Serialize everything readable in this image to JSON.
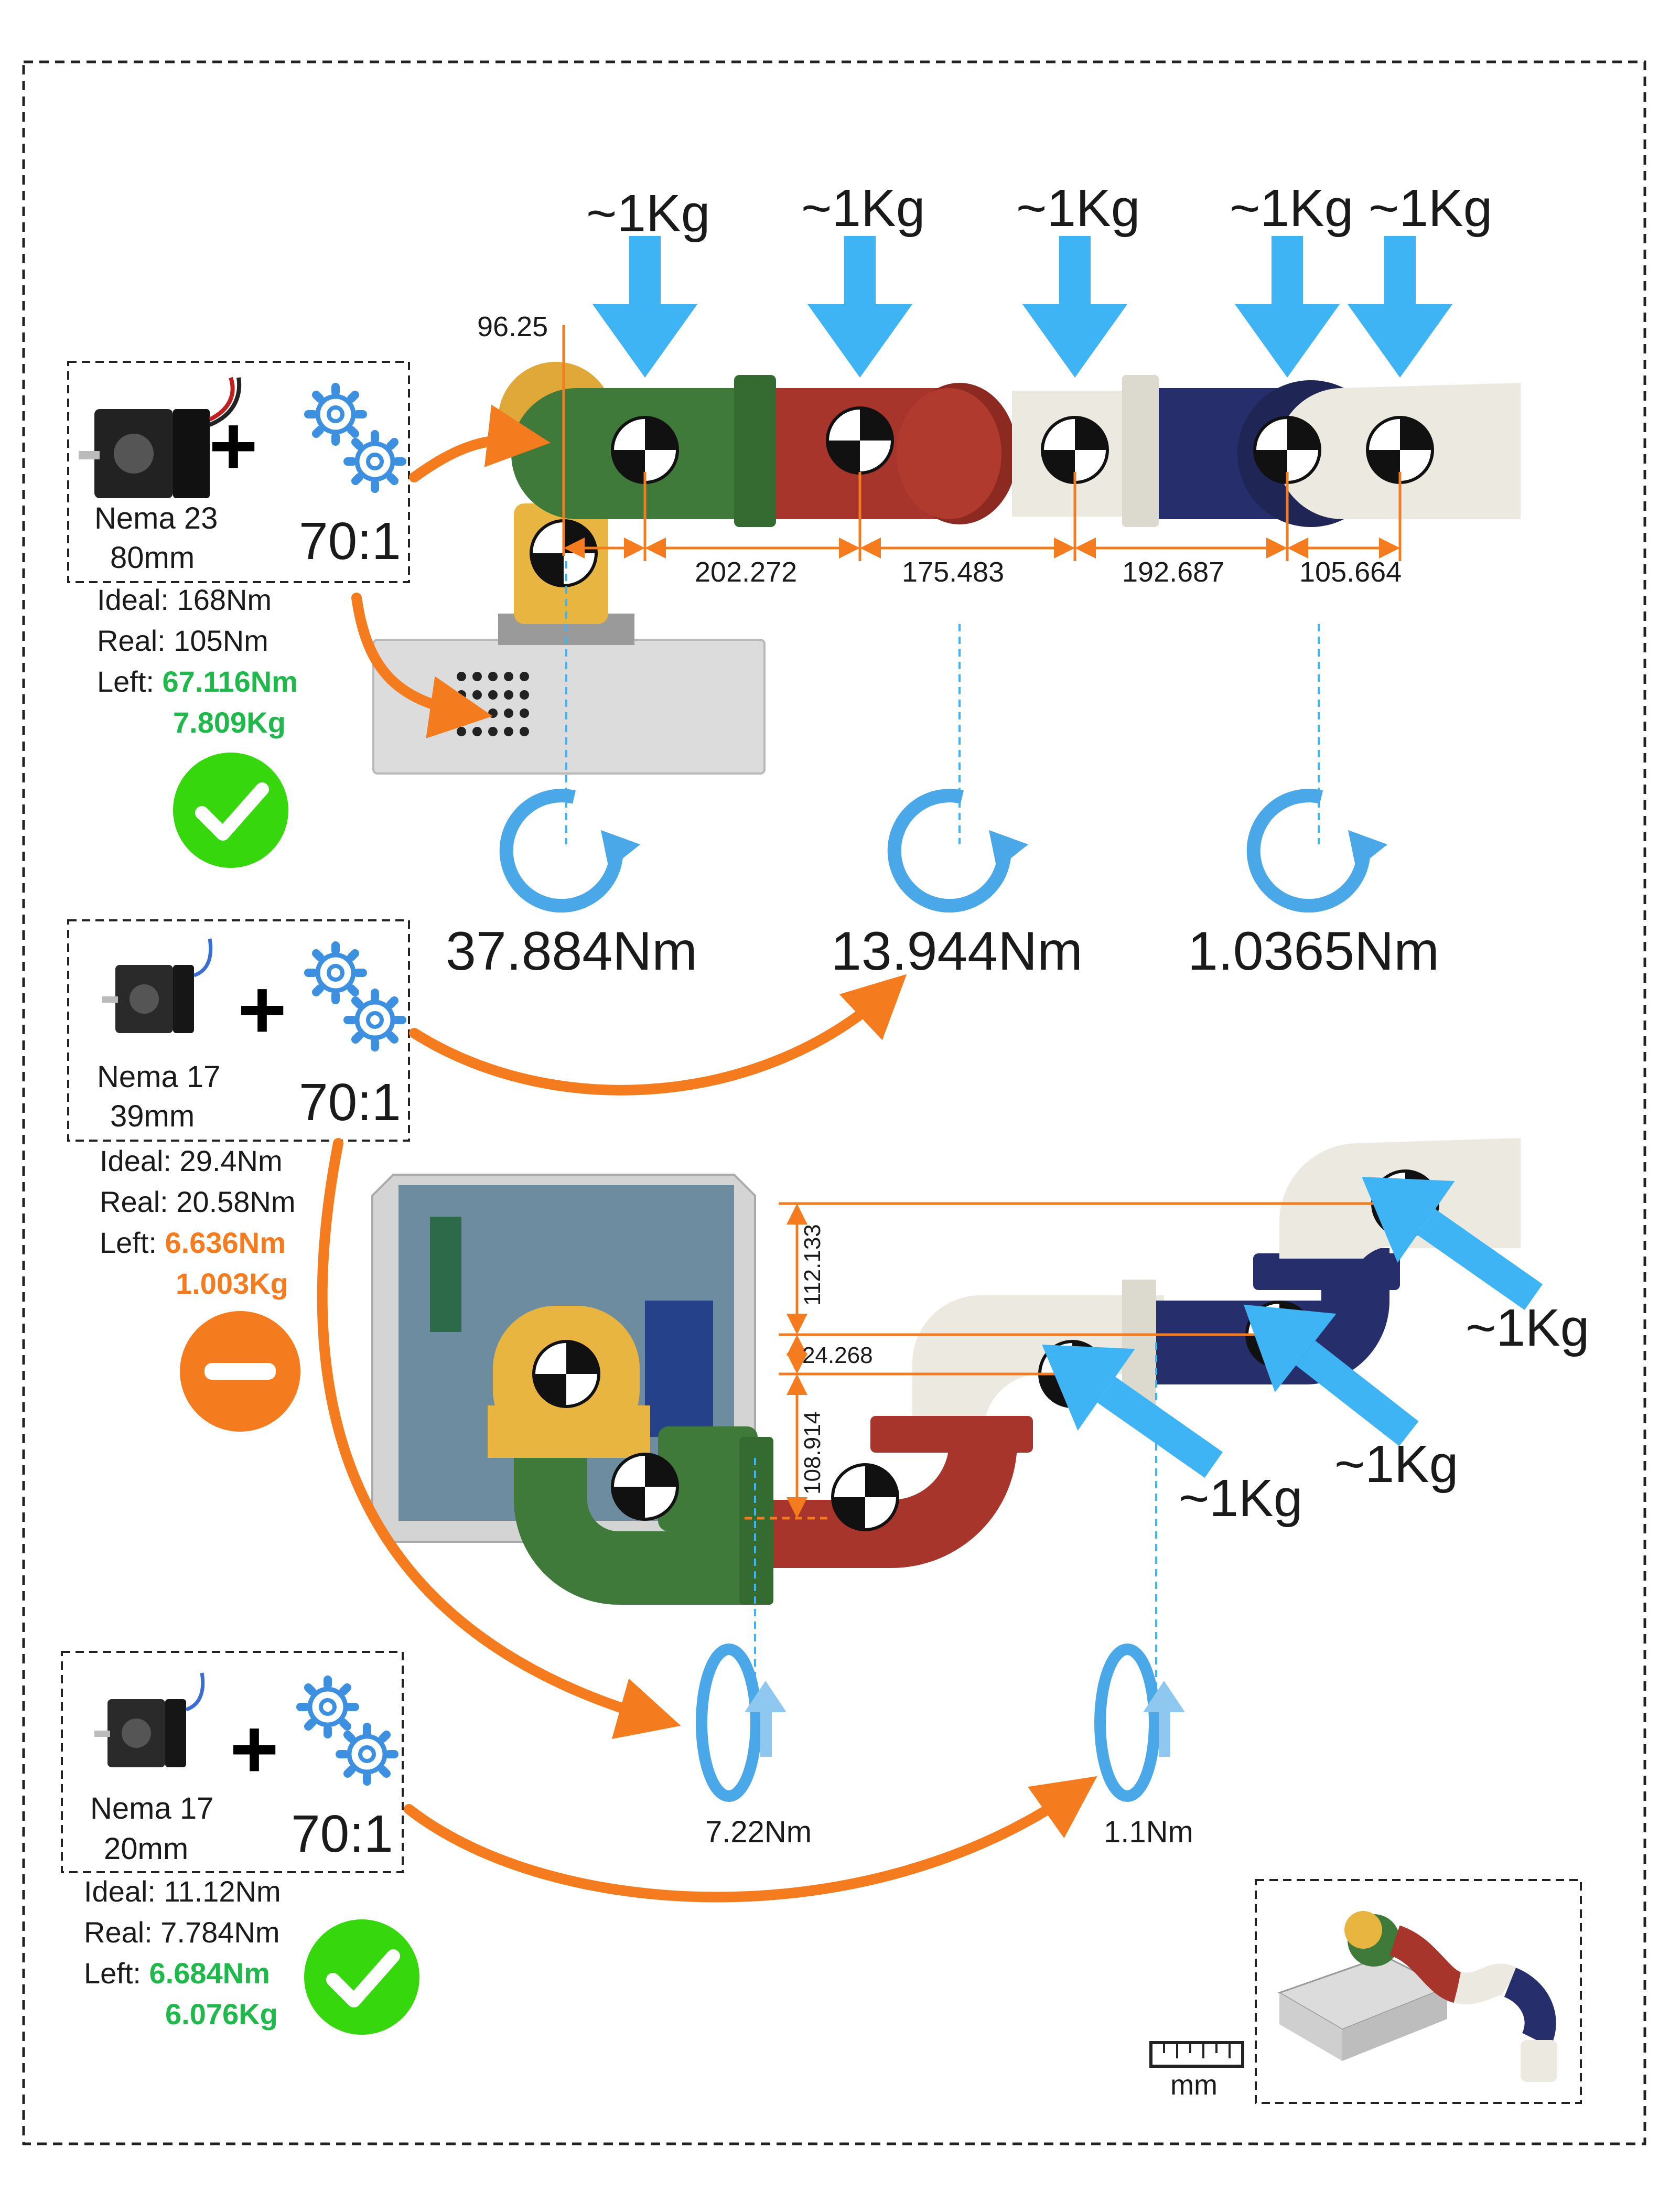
{
  "colors": {
    "green_link": "#3f7a3a",
    "red_link": "#a8352b",
    "navy_link": "#262e6b",
    "white_link": "#ece9e0",
    "yellow_link": "#e8b640",
    "arrow_blue": "#3fb4f5",
    "arrow_orange": "#f57b1f",
    "check_green": "#36d70c",
    "minus_orange": "#f57b1f",
    "base_grey": "#dcdcdc"
  },
  "motors": [
    {
      "name": "Nema 23",
      "size": "80mm",
      "ratio": "70:1",
      "ideal": "Ideal: 168Nm",
      "real": "Real: 105Nm",
      "left_label": "Left: ",
      "left_torque": "67.116Nm",
      "left_mass": "7.809Kg",
      "status": "check",
      "status_icon": "check-icon"
    },
    {
      "name": "Nema 17",
      "size": "39mm",
      "ratio": "70:1",
      "ideal": "Ideal: 29.4Nm",
      "real": "Real: 20.58Nm",
      "left_label": "Left: ",
      "left_torque": "6.636Nm",
      "left_mass": "1.003Kg",
      "status": "minus",
      "status_icon": "minus-icon"
    },
    {
      "name": "Nema 17",
      "size": "20mm",
      "ratio": "70:1",
      "ideal": "Ideal: 11.12Nm",
      "real": "Real: 7.784Nm",
      "left_label": "Left: ",
      "left_torque": "6.684Nm",
      "left_mass": "6.076Kg",
      "status": "check",
      "status_icon": "check-icon"
    }
  ],
  "top_view": {
    "loads": [
      "~1Kg",
      "~1Kg",
      "~1Kg",
      "~1Kg",
      "~1Kg"
    ],
    "offset_label": "96.25",
    "distances": [
      "202.272",
      "175.483",
      "192.687",
      "105.664"
    ],
    "torques": [
      "37.884Nm",
      "13.944Nm",
      "1.0365Nm"
    ]
  },
  "side_view": {
    "loads": [
      "~1Kg",
      "~1Kg",
      "~1Kg"
    ],
    "heights": [
      "112.133",
      "24.268",
      "108.914"
    ],
    "torques": [
      "7.22Nm",
      "1.1Nm"
    ]
  },
  "scale_unit": "mm"
}
